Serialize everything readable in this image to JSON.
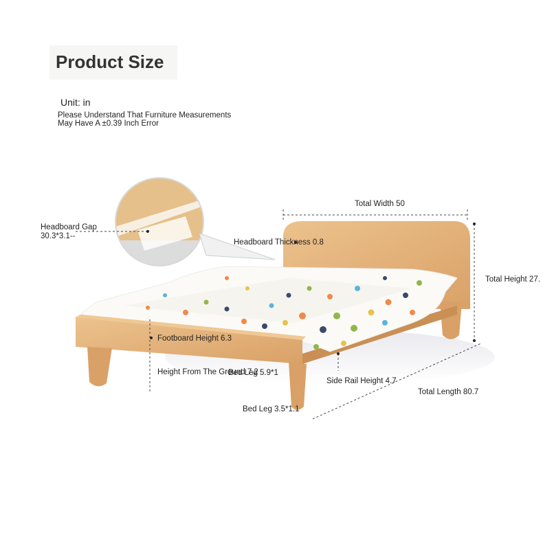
{
  "header": {
    "title": "Product Size",
    "unit": "Unit: in",
    "note_line1": "Please Understand That Furniture Measurements",
    "note_line2": "May Have A ±0.39 Inch Error"
  },
  "dimensions": {
    "headboard_gap_1": "Headboard Gap",
    "headboard_gap_2": "30.3*3.1--",
    "total_width": "Total Width 50",
    "headboard_thickness": "Headboard Thickness 0.8",
    "total_height": "Total Height 27.",
    "footboard_height": "Footboard Height 6.3",
    "height_from_ground": "Height From The Ground 7.2",
    "bed_leg_top": "Bed Leg 5.9*1",
    "side_rail_height": "Side Rail Height 4.7",
    "total_length": "Total Length 80.7",
    "bed_leg_bottom": "Bed Leg 3.5*1.1"
  },
  "colors": {
    "wood": "#e3b57f",
    "wood_dark": "#c98f55",
    "bedding": "#fbfaf6",
    "dim_line": "#444444"
  }
}
